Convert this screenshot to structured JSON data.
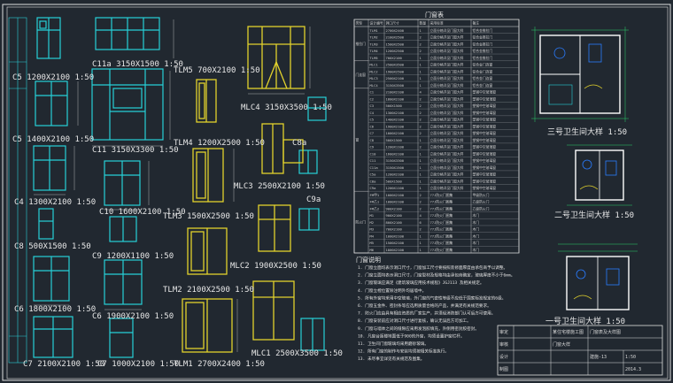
{
  "colors": {
    "background": "#212830",
    "window_frame": "#27d0d8",
    "door_frame": "#e2d22c",
    "dimension_line": "#e0e0e0",
    "table_border": "#e0e0e0",
    "plan_wall": "#ffffff",
    "plan_dim": "#2ad06a",
    "plan_fixture": "#2a7cff"
  },
  "elements": {
    "C11a": "C11a 3150X1500 1:50",
    "C5_top": "C5 1200X2100 1:50",
    "C11": "C11 3150X3300 1:50",
    "C5": "C5 1400X2100 1:50",
    "C4": "C4 1300X2100 1:50",
    "C10": "C10 1600X2100 1:50",
    "C8": "C8 500X1500 1:50",
    "C9": "C9 1200X1100 1:50",
    "C6": "C6 1800X2100 1:50",
    "C6b": "C6 1900X2100 1:50",
    "C7b": "C7 2100X2100 1:50",
    "C7": "C7 1000X2100 1:50",
    "TLM5": "TLM5 700X2100 1:50",
    "TLM4": "TLM4 1200X2500 1:50",
    "TLM3": "TLM3 1500X2500 1:50",
    "TLM2": "TLM2 2100X2500 1:50",
    "TLM1": "TLM1 2700X2400 1:50",
    "MLC4": "MLC4 3150X3500 1:50",
    "MLC3": "MLC3 2500X2100 1:50",
    "MLC2": "MLC2 1900X2500 1:50",
    "MLC1": "MLC1 2500X3500 1:50",
    "C9a": "C9a",
    "C8a": "C8a"
  },
  "schedule": {
    "title": "门窗表",
    "headers": [
      "类型",
      "设计编号",
      "洞口尺寸",
      "数量",
      "采用标准",
      "备注"
    ],
    "groups": [
      "推拉门",
      "门连窗",
      "窗",
      "防火门"
    ],
    "rows": [
      [
        "TLM1",
        "2700X2400",
        "1",
        "立面分格详见门窗大样",
        "铝合金推拉门"
      ],
      [
        "TLM2",
        "2100X2500",
        "2",
        "立面分格详见门窗大样",
        "铝合金推拉门"
      ],
      [
        "TLM3",
        "1500X2500",
        "2",
        "立面分格详见门窗大样",
        "铝合金推拉门"
      ],
      [
        "TLM4",
        "1200X2500",
        "2",
        "立面分格详见门窗大样",
        "铝合金推拉门"
      ],
      [
        "TLM5",
        "700X2100",
        "1",
        "立面分格详见门窗大样",
        "铝合金推拉门"
      ],
      [
        "MLC1",
        "2500X3500",
        "1",
        "立面分格详见门窗大样",
        "铝合金门连窗"
      ],
      [
        "MLC2",
        "1900X2500",
        "1",
        "立面分格详见门窗大样",
        "铝合金门连窗"
      ],
      [
        "MLC3",
        "2500X2100",
        "1",
        "立面分格详见门窗大样",
        "铝合金门连窗"
      ],
      [
        "MLC4",
        "3150X3500",
        "1",
        "立面分格详见门窗大样",
        "铝合金门连窗"
      ],
      [
        "C1",
        "2100X2100",
        "4",
        "立面分格详见门窗大样",
        "塑钢中空玻璃窗"
      ],
      [
        "C2",
        "1800X2100",
        "2",
        "立面分格详见门窗大样",
        "塑钢中空玻璃窗"
      ],
      [
        "C3",
        "500X1500",
        "2",
        "立面分格详见门窗大样",
        "塑钢中空玻璃窗"
      ],
      [
        "C4",
        "1300X2100",
        "2",
        "立面分格详见门窗大样",
        "塑钢中空玻璃窗"
      ],
      [
        "C5",
        "1400X2100",
        "2",
        "立面分格详见门窗大样",
        "塑钢中空玻璃窗"
      ],
      [
        "C6",
        "1900X2100",
        "2",
        "立面分格详见门窗大样",
        "塑钢中空玻璃窗"
      ],
      [
        "C7",
        "1000X2100",
        "2",
        "立面分格详见门窗大样",
        "塑钢中空玻璃窗"
      ],
      [
        "C8",
        "500X1500",
        "1",
        "立面分格详见门窗大样",
        "塑钢中空玻璃窗"
      ],
      [
        "C9",
        "1200X1100",
        "2",
        "立面分格详见门窗大样",
        "塑钢中空玻璃窗"
      ],
      [
        "C10",
        "1600X2100",
        "1",
        "立面分格详见门窗大样",
        "塑钢中空玻璃窗"
      ],
      [
        "C11",
        "3150X3300",
        "1",
        "立面分格详见门窗大样",
        "塑钢中空玻璃窗"
      ],
      [
        "C11a",
        "3150X1500",
        "1",
        "立面分格详见门窗大样",
        "塑钢中空玻璃窗"
      ],
      [
        "C5a",
        "1200X2100",
        "1",
        "立面分格详见门窗大样",
        "塑钢中空玻璃窗"
      ],
      [
        "C8a",
        "500X1500",
        "1",
        "立面分格详见门窗大样",
        "塑钢中空玻璃窗"
      ],
      [
        "C9a",
        "1200X1100",
        "1",
        "立面分格详见门窗大样",
        "塑钢中空玻璃窗"
      ],
      [
        "FM甲1",
        "1000X2100",
        "2",
        "77J防火门图集",
        "甲级防火门"
      ],
      [
        "FM乙1",
        "1000X2100",
        "2",
        "77J防火门图集",
        "乙级防火门"
      ],
      [
        "FM乙2",
        "900X2100",
        "2",
        "77J防火门图集",
        "乙级防火门"
      ],
      [
        "M1",
        "900X2100",
        "4",
        "77J防火门图集",
        "木门"
      ],
      [
        "M2",
        "800X2100",
        "6",
        "77J防火门图集",
        "木门"
      ],
      [
        "M3",
        "700X2100",
        "2",
        "77J防火门图集",
        "木门"
      ],
      [
        "M4",
        "1000X2100",
        "1",
        "77J防火门图集",
        "木门"
      ],
      [
        "M5",
        "1500X2100",
        "1",
        "77J防火门图集",
        "木门"
      ],
      [
        "M6",
        "1800X2100",
        "1",
        "77J防火门图集",
        "木门"
      ]
    ]
  },
  "notes": {
    "title": "门窗说明",
    "lines": [
      "1. 门窗立面均表示洞口尺寸，门窗加工尺寸要按照装修面厚度由承包商予以调整。",
      "2. 门窗立面均表示洞口尺寸，门窗型材及规格均由承包商确定，玻璃厚度不小于6mm。",
      "3. 门窗玻璃应满足《建筑玻璃应用技术规程》JGJ113 及相关规定。",
      "4. 门窗立樘位置除注明外均居墙中。",
      "5. 所有外窗均采用中空玻璃，外门窗的气密性等级不应低于国家标准规定的6级。",
      "6. 门窗五金件、密封条等应选用质量合格的产品，并满足有关规范要求。",
      "7. 防火门应由具有相应资质的厂家生产，并须经消防部门认可后方可使用。",
      "8. 门窗安装前应对洞口尺寸进行复核，确认无误后方可加工。",
      "9. 门窗与墙体之间的缝隙应采用发泡胶填充，外侧用密封胶密封。",
      "10. 凡窗台距楼地面低于900的外窗，均须设置护窗栏杆。",
      "11. 卫生间门窗玻璃均采用磨砂玻璃。",
      "12. 所有门窗的制作与安装均须按相关标准执行。",
      "13. 未尽事宜详见有关规范及图集。"
    ]
  },
  "title_block": {
    "project": "某住宅楼施工图",
    "sheet": "门窗大样",
    "drawing_name": "门窗表及大样图",
    "number": "建施-13",
    "scale": "1:50",
    "date": "2014.3",
    "rows": [
      "审定",
      "审核",
      "设计",
      "制图"
    ]
  },
  "plans": {
    "plan1": "三号卫生间大样 1:50",
    "plan2": "二号卫生间大样 1:50",
    "plan3": "一号卫生间大样 1:50"
  }
}
